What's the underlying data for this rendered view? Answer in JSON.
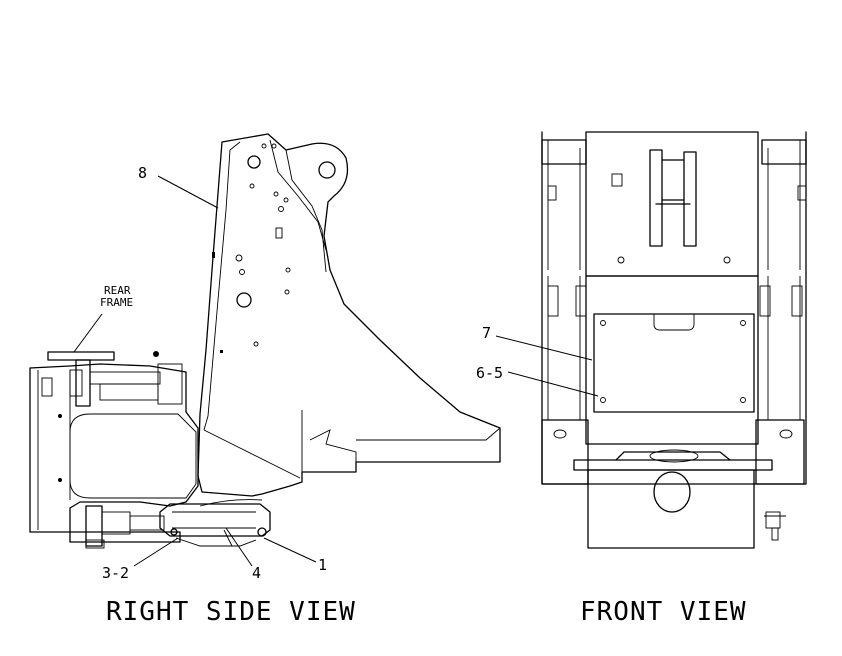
{
  "views": {
    "right_side_title": "RIGHT SIDE VIEW",
    "front_title": "FRONT VIEW"
  },
  "callouts": {
    "rear_frame_line1": "REAR",
    "rear_frame_line2": "FRAME",
    "c8": "8",
    "c1": "1",
    "c4": "4",
    "c3_2": "3-2",
    "c7": "7",
    "c6_5": "6-5"
  }
}
